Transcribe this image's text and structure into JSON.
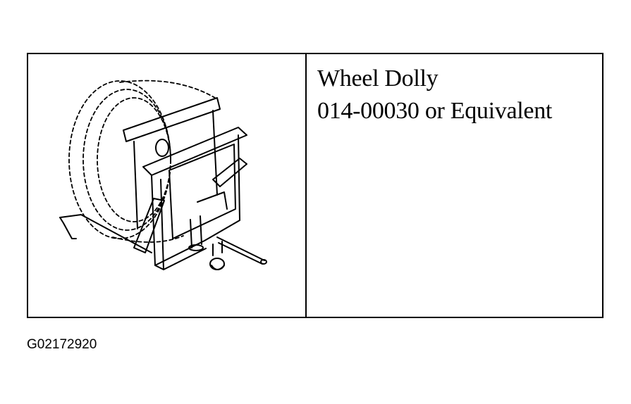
{
  "tool": {
    "title": "Wheel Dolly",
    "part_number": "014-00030 or Equivalent",
    "illustration_icon": "wheel-dolly-illustration"
  },
  "figure": {
    "id": "G02172920"
  }
}
